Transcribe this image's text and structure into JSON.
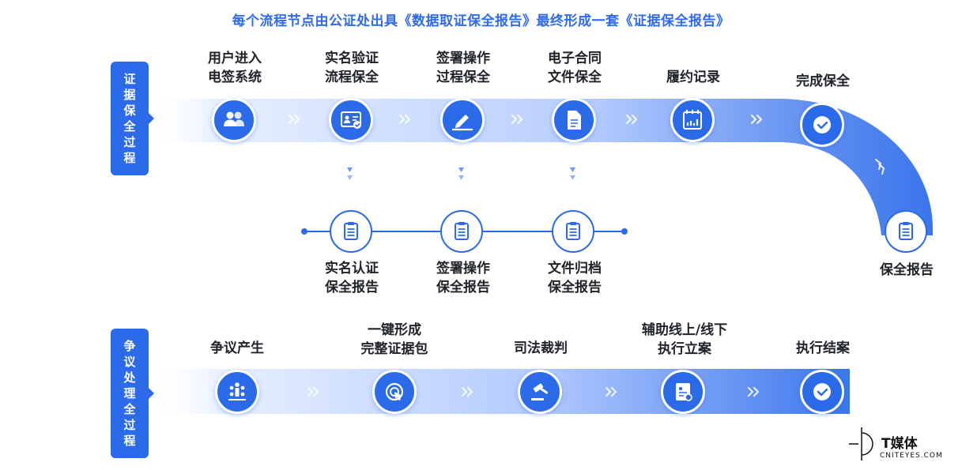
{
  "title": "每个流程节点由公证处出具《数据取证保全报告》最终形成一套《证据保全报告》",
  "section_a": {
    "tab": "证据保全过程",
    "steps": [
      {
        "label": "用户进入\n电签系统",
        "icon": "users-icon"
      },
      {
        "label": "实名验证\n流程保全",
        "icon": "id-card-check-icon"
      },
      {
        "label": "签署操作\n过程保全",
        "icon": "pen-sign-icon"
      },
      {
        "label": "电子合同\n文件保全",
        "icon": "document-icon"
      },
      {
        "label": "履约记录",
        "icon": "calendar-chart-icon"
      },
      {
        "label": "完成保全",
        "icon": "check-circle-icon"
      }
    ],
    "sub_reports": [
      {
        "label": "实名认证\n保全报告",
        "icon": "clipboard-icon"
      },
      {
        "label": "签署操作\n保全报告",
        "icon": "clipboard-icon"
      },
      {
        "label": "文件归档\n保全报告",
        "icon": "clipboard-icon"
      }
    ],
    "final_report": {
      "label": "保全报告",
      "icon": "clipboard-icon"
    }
  },
  "section_b": {
    "tab": "争议处理全过程",
    "steps": [
      {
        "label": "争议产生",
        "icon": "meeting-icon"
      },
      {
        "label": "一键形成\n完整证据包",
        "icon": "target-cursor-icon"
      },
      {
        "label": "司法裁判",
        "icon": "gavel-icon"
      },
      {
        "label": "辅助线上/线下\n执行立案",
        "icon": "case-file-icon"
      },
      {
        "label": "执行结案",
        "icon": "check-circle-icon"
      }
    ]
  },
  "colors": {
    "accent": "#2b6ae8",
    "title": "#2f6bf0",
    "band_light": "#eaf1ff"
  },
  "brand": {
    "name": "T媒体",
    "sub": "CNITEYES.COM"
  }
}
